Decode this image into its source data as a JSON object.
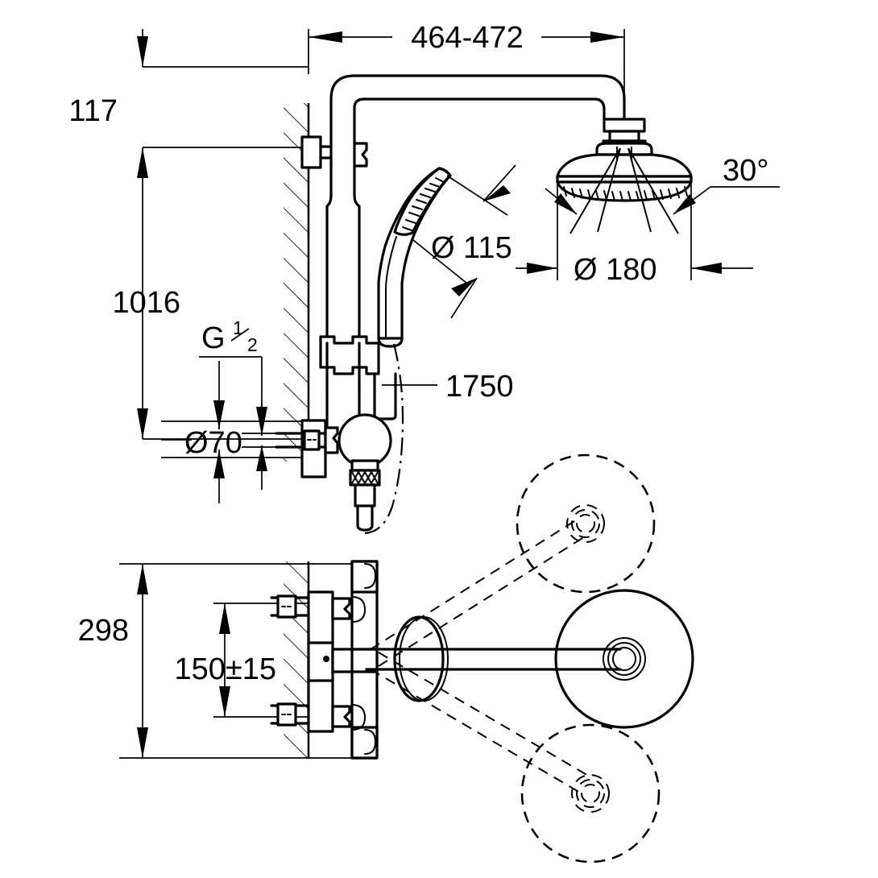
{
  "drawing": {
    "title": "Shower system technical dimension drawing",
    "views": {
      "elevation": "side elevation with wall section",
      "plan": "plan view of thermostatic mixer with swivel shower arm"
    }
  },
  "dimensions": {
    "arm_reach": {
      "label": "464-472",
      "name": "shower-arm-reach"
    },
    "head_drop": {
      "label": "117",
      "name": "head-to-inlet-vertical"
    },
    "overall_height": {
      "label": "1016",
      "name": "overall-riser-height"
    },
    "thread": {
      "label": "G",
      "numerator": "1",
      "denominator": "2",
      "name": "thread-size"
    },
    "escutcheon": {
      "label": "Ø70",
      "name": "escutcheon-diameter"
    },
    "hose_length": {
      "label": "1750",
      "name": "hose-length"
    },
    "hand_shower": {
      "label": "Ø 115",
      "name": "hand-shower-diameter"
    },
    "head_shower": {
      "label": "Ø 180",
      "name": "head-shower-diameter"
    },
    "swivel_angle": {
      "label": "30°",
      "name": "spray-angle"
    },
    "plan_overall": {
      "label": "298",
      "name": "plan-overall-width"
    },
    "plan_centers": {
      "label": "150±15",
      "name": "inlet-center-distance"
    }
  },
  "colors": {
    "line": "#000000",
    "background": "#ffffff"
  }
}
